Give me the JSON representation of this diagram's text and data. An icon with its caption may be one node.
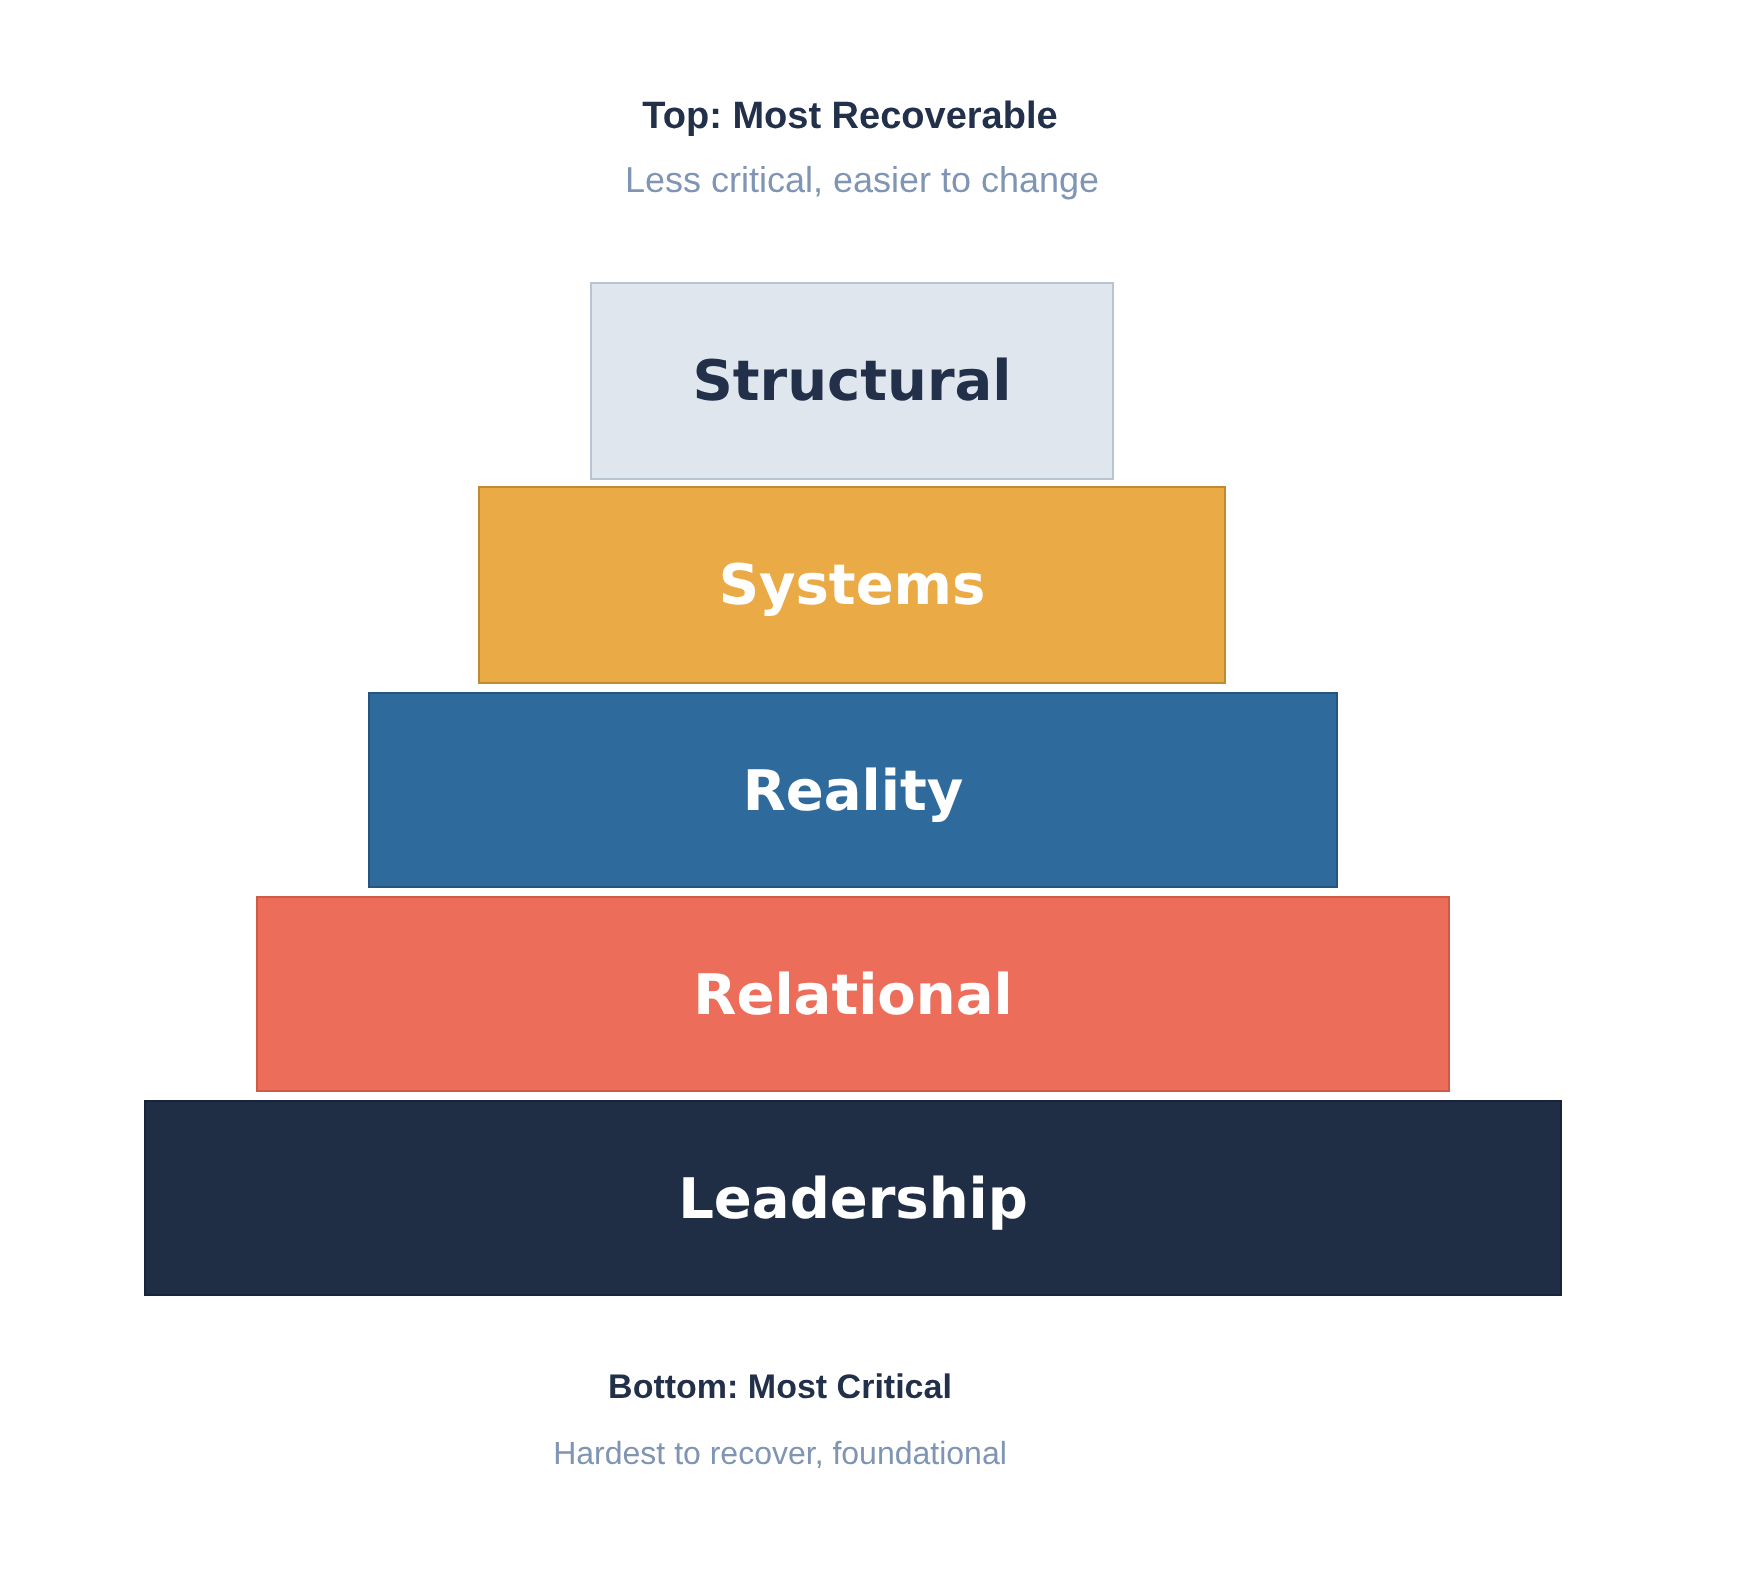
{
  "diagram": {
    "nodes": [
      {
        "text": [
          "Structural"
        ]
      },
      {
        "text": [
          "Systems"
        ]
      },
      {
        "text": [
          "Reality"
        ]
      },
      {
        "text": [
          "Relational"
        ]
      },
      {
        "text": [
          "Leadership"
        ]
      }
    ],
    "labels": [
      "Top: Most Recoverable",
      "Less critical, easier to change",
      "Bottom: Most Critical",
      "Hardest to recover, foundational"
    ]
  }
}
